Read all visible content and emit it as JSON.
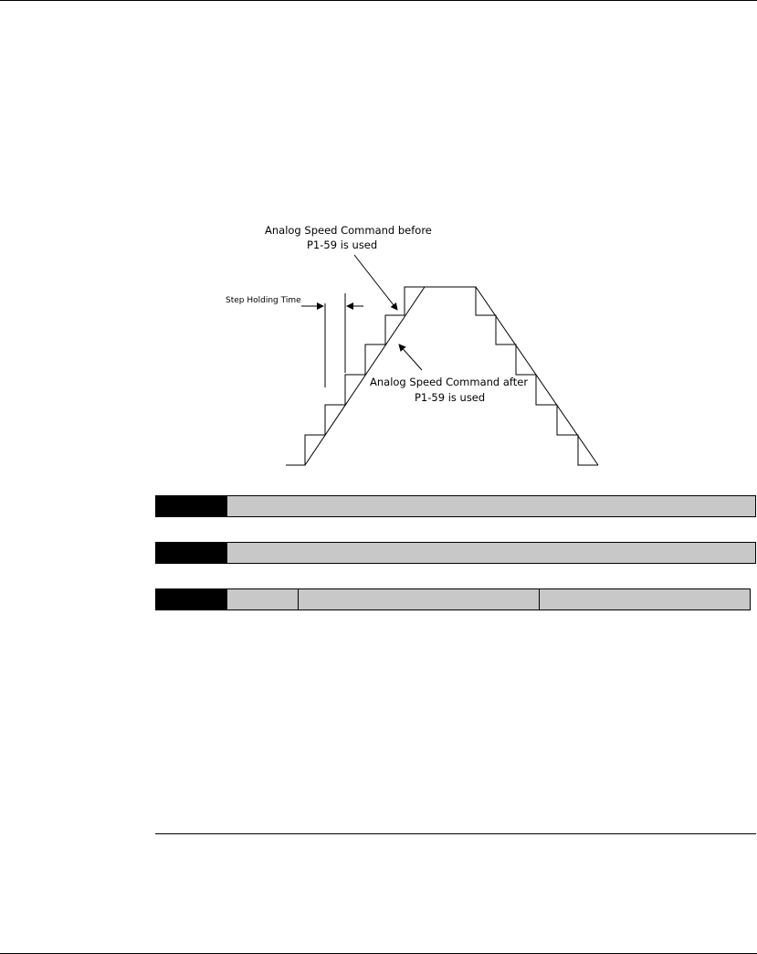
{
  "figure": {
    "label_before_line1": "Analog Speed Command before",
    "label_before_line2": "P1-59 is used",
    "label_after_line1": "Analog Speed Command after",
    "label_after_line2": "P1-59 is used",
    "label_step_holding": "Step Holding Time"
  },
  "params": [
    {
      "code": "",
      "title": ""
    },
    {
      "code": "",
      "title": ""
    },
    {
      "code": "",
      "cells": [
        "",
        "",
        ""
      ]
    }
  ]
}
